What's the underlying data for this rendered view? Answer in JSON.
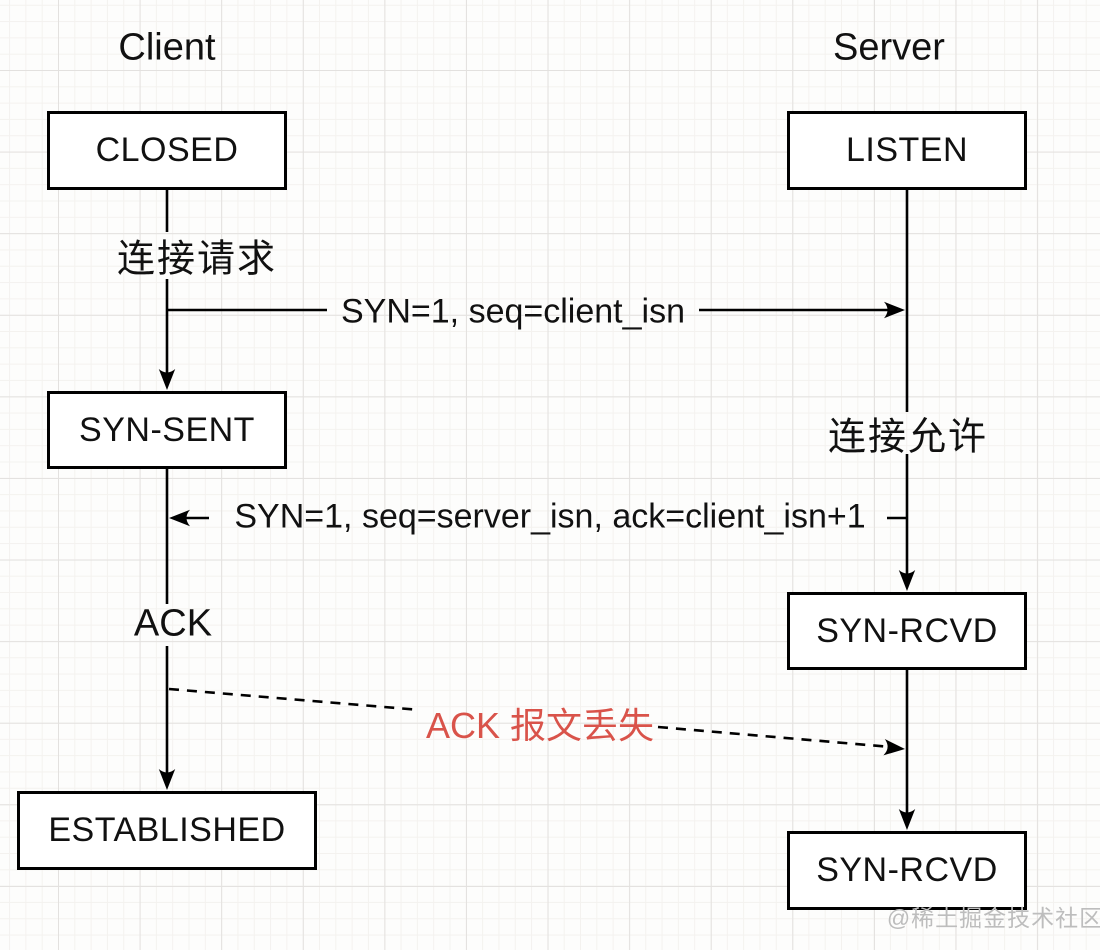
{
  "diagram": {
    "lanes": {
      "client_title": "Client",
      "server_title": "Server"
    },
    "boxes": {
      "closed": "CLOSED",
      "listen": "LISTEN",
      "syn_sent": "SYN-SENT",
      "syn_rcvd_1": "SYN-RCVD",
      "established": "ESTABLISHED",
      "syn_rcvd_2": "SYN-RCVD"
    },
    "labels": {
      "connect_request": "连接请求",
      "connect_allow": "连接允许",
      "ack": "ACK",
      "syn_msg": "SYN=1, seq=client_isn",
      "synack_msg": "SYN=1, seq=server_isn, ack=client_isn+1",
      "ack_lost": "ACK 报文丢失"
    },
    "watermark": "@稀土掘金技术社区",
    "colors": {
      "line": "#000000",
      "lost_text": "#d9534a",
      "watermark_text": "#bdbdbd"
    }
  }
}
